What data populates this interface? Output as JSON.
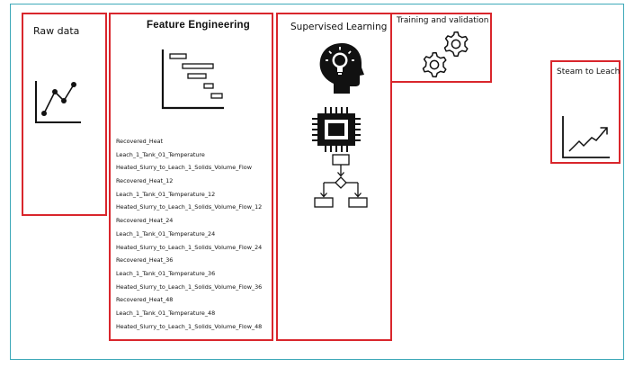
{
  "boxes": {
    "raw_data": {
      "title": "Raw data"
    },
    "feature_engineering": {
      "title": "Feature  Engineering",
      "features": [
        "Recovered_Heat",
        "Leach_1_Tank_01_Temperature",
        "Heated_Slurry_to_Leach_1_Solids_Volume_Flow",
        "Recovered_Heat_12",
        "Leach_1_Tank_01_Temperature_12",
        "Heated_Slurry_to_Leach_1_Solids_Volume_Flow_12",
        "Recovered_Heat_24",
        "Leach_1_Tank_01_Temperature_24",
        "Heated_Slurry_to_Leach_1_Solids_Volume_Flow_24",
        "Recovered_Heat_36",
        "Leach_1_Tank_01_Temperature_36",
        "Heated_Slurry_to_Leach_1_Solids_Volume_Flow_36",
        "Recovered_Heat_48",
        "Leach_1_Tank_01_Temperature_48",
        "Heated_Slurry_to_Leach_1_Solids_Volume_Flow_48"
      ]
    },
    "supervised_learning": {
      "title": "Supervised Learning"
    },
    "training_validation": {
      "title": "Training and validation"
    },
    "steam_to_leach": {
      "title": "Steam to Leach"
    }
  },
  "icons": [
    "line-chart-icon",
    "gantt-chart-icon",
    "brain-bulb-head-icon",
    "cpu-chip-icon",
    "flowchart-icon",
    "gears-icon",
    "trend-up-chart-icon"
  ],
  "colors": {
    "box_border": "#d9262c",
    "frame_border": "#3fa9b9",
    "icon": "#111111"
  }
}
